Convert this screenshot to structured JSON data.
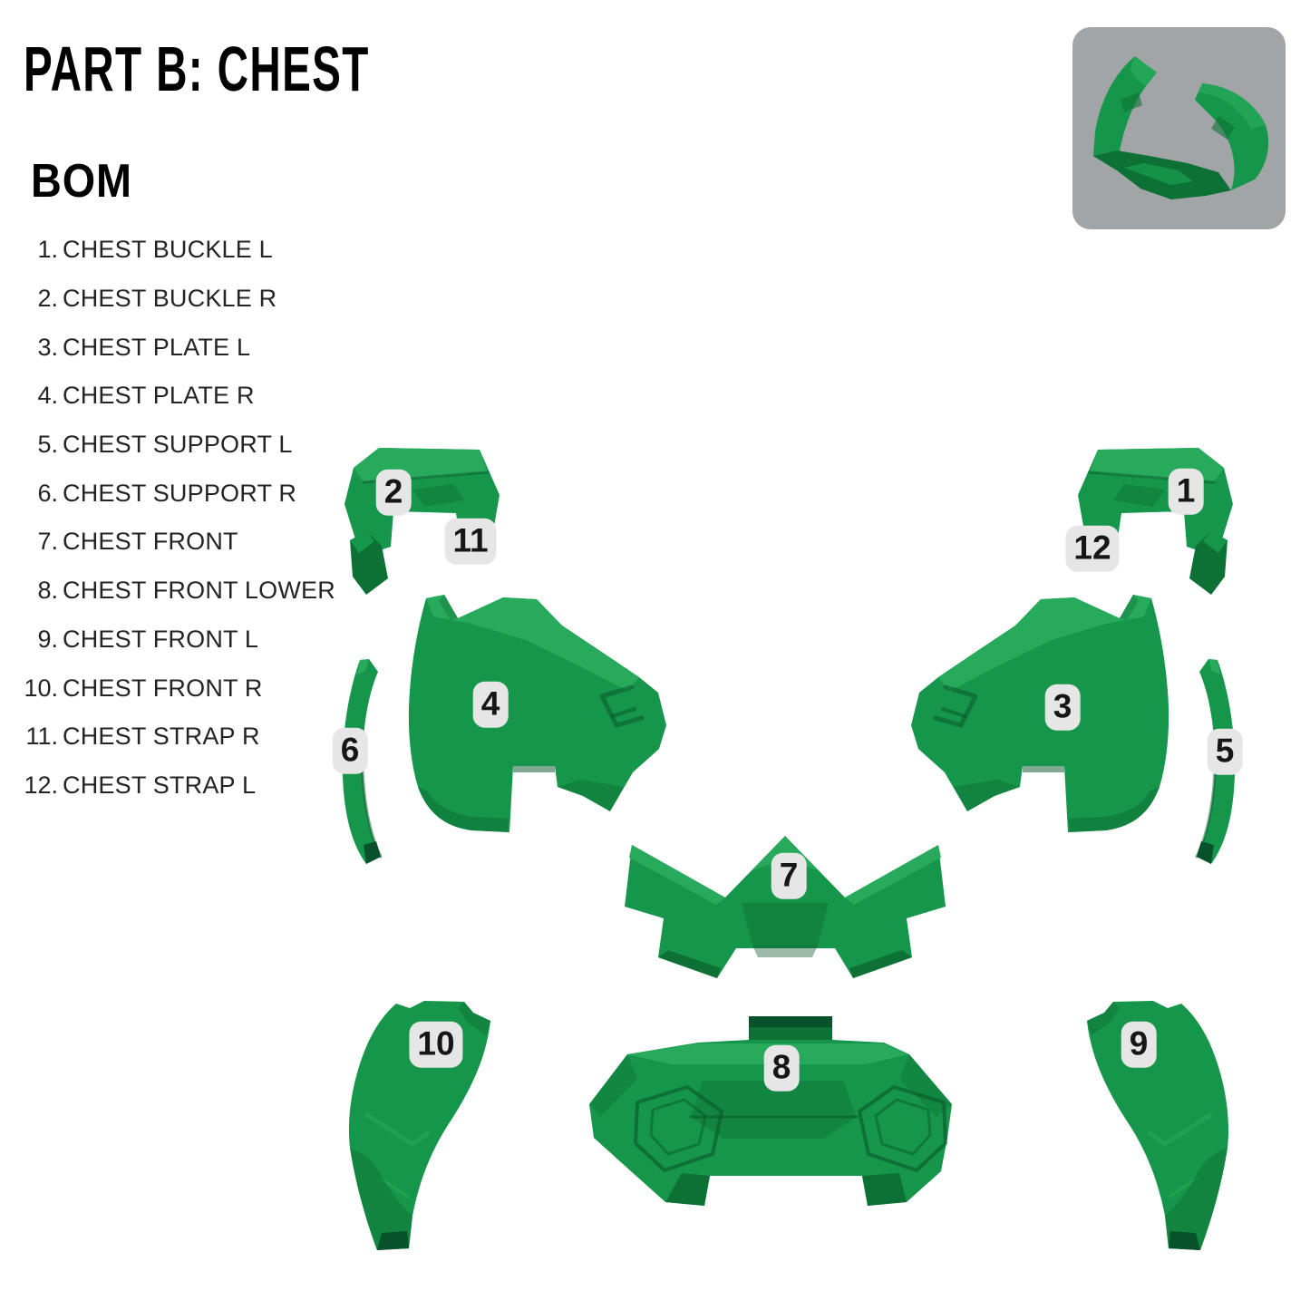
{
  "page": {
    "title": "PART B: CHEST",
    "section_heading": "BOM"
  },
  "bom": {
    "items": [
      {
        "num": "1.",
        "label": "CHEST BUCKLE L"
      },
      {
        "num": "2.",
        "label": "CHEST BUCKLE R"
      },
      {
        "num": "3.",
        "label": "CHEST PLATE L"
      },
      {
        "num": "4.",
        "label": "CHEST PLATE R"
      },
      {
        "num": "5.",
        "label": "CHEST SUPPORT L"
      },
      {
        "num": "6.",
        "label": "CHEST SUPPORT R"
      },
      {
        "num": "7.",
        "label": "CHEST FRONT"
      },
      {
        "num": "8.",
        "label": "CHEST FRONT LOWER"
      },
      {
        "num": "9.",
        "label": "CHEST FRONT L"
      },
      {
        "num": "10.",
        "label": "CHEST FRONT R"
      },
      {
        "num": "11.",
        "label": "CHEST STRAP R"
      },
      {
        "num": "12.",
        "label": "CHEST STRAP L"
      }
    ]
  },
  "diagram": {
    "labels": [
      {
        "text": "1",
        "part": "CHEST BUCKLE L"
      },
      {
        "text": "2",
        "part": "CHEST BUCKLE R"
      },
      {
        "text": "3",
        "part": "CHEST PLATE L"
      },
      {
        "text": "4",
        "part": "CHEST PLATE R"
      },
      {
        "text": "5",
        "part": "CHEST SUPPORT L"
      },
      {
        "text": "6",
        "part": "CHEST SUPPORT R"
      },
      {
        "text": "7",
        "part": "CHEST FRONT"
      },
      {
        "text": "8",
        "part": "CHEST FRONT LOWER"
      },
      {
        "text": "9",
        "part": "CHEST FRONT L"
      },
      {
        "text": "10",
        "part": "CHEST FRONT R"
      },
      {
        "text": "11",
        "part": "CHEST STRAP R"
      },
      {
        "text": "12",
        "part": "CHEST STRAP L"
      }
    ]
  },
  "colors": {
    "green_main": "#16964a",
    "green_light": "#28aa5c",
    "green_dark": "#0d7136",
    "green_deep": "#07522a",
    "label_bg": "#e6e6e6",
    "label_text": "#161616",
    "thumb_bg": "#a2a5a8",
    "text": "#242424",
    "title": "#000000"
  }
}
